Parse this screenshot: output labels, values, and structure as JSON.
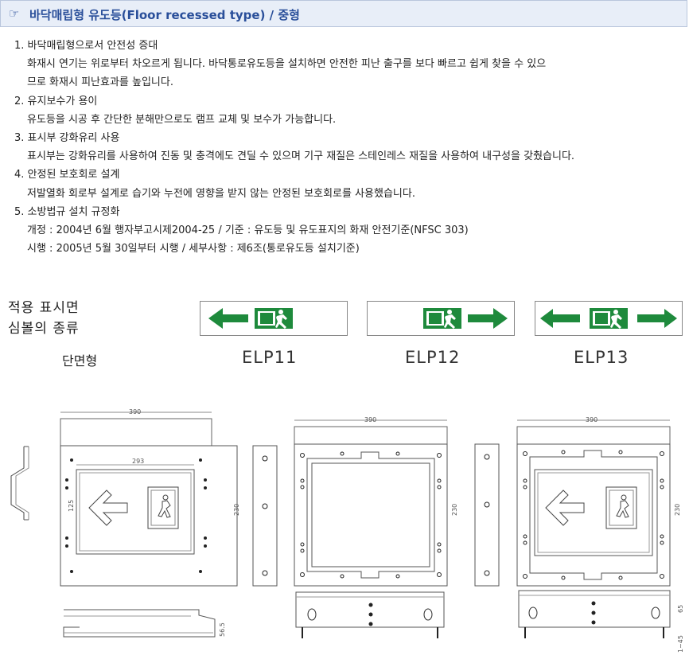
{
  "header": {
    "icon": "pointing-hand-icon",
    "title": "바닥매립형 유도등(Floor recessed type) / 중형"
  },
  "features": [
    {
      "title": "1. 바닥매립형으로서 안전성 증대",
      "lines": [
        "화재시 연기는 위로부터 차오르게 됩니다. 바닥통로유도등을 설치하면 안전한 피난 출구를 보다 빠르고 쉽게 찾을 수 있으",
        "므로 화재시 피난효과를 높입니다."
      ]
    },
    {
      "title": "2. 유지보수가 용이",
      "lines": [
        "유도등을 시공 후 간단한 분해만으로도 램프 교체 및 보수가 가능합니다."
      ]
    },
    {
      "title": "3. 표시부 강화유리 사용",
      "lines": [
        "표시부는 강화유리를 사용하여 진동 및 충격에도 견딜 수 있으며 기구 재질은 스테인레스 재질을 사용하여 내구성을 갖췄습니다."
      ]
    },
    {
      "title": "4. 안정된 보호회로 설계",
      "lines": [
        "저발열화 회로부 설계로 습기와 누전에 영향을 받지 않는 안정된 보호회로를 사용했습니다."
      ]
    },
    {
      "title": "5. 소방법규 설치 규정화",
      "lines": [
        "개정 : 2004년 6월 행자부고시제2004-25 / 기준 : 유도등 및 유도표지의 화재 안전기준(NFSC 303)",
        "시행 : 2005년 5월 30일부터 시행 / 세부사항 : 제6조(통로유도등 설치기준)"
      ]
    }
  ],
  "symbols": {
    "label_line1": "적용 표시면",
    "label_line2": "심볼의 종류",
    "section_label": "단면형",
    "models": [
      "ELP11",
      "ELP12",
      "ELP13"
    ]
  },
  "colors": {
    "header_bg": "#e8eef8",
    "header_text": "#2a4f9a",
    "sign_green": "#1e8a3c"
  },
  "drawing": {
    "dim_390": "390",
    "dim_293": "293",
    "dim_125": "125",
    "dim_230": "230",
    "dim_56_5": "56.5",
    "dim_65": "65",
    "dim_1_45": "1~45"
  }
}
